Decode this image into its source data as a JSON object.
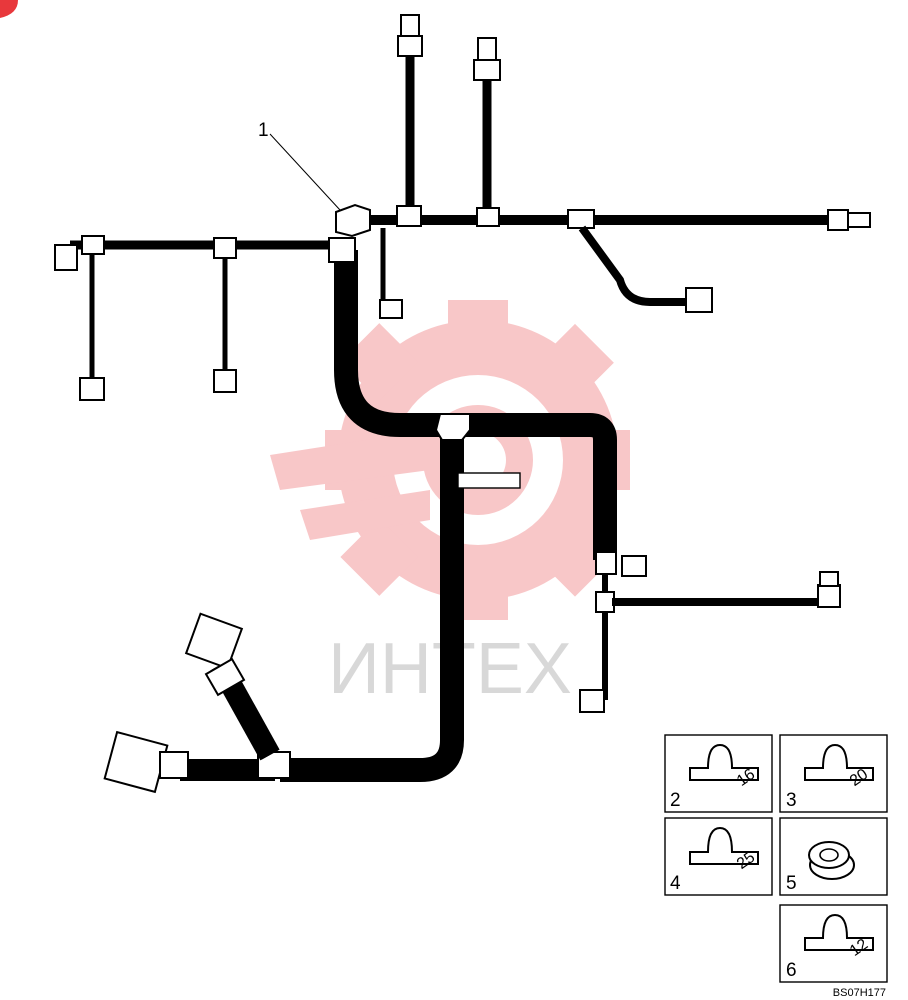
{
  "callouts": {
    "harness": "1"
  },
  "watermark": {
    "text": "ИНТЕХ",
    "color": "#e8383c"
  },
  "inset_parts": [
    {
      "num": "2",
      "size": "16"
    },
    {
      "num": "3",
      "size": "20"
    },
    {
      "num": "4",
      "size": "25"
    },
    {
      "num": "5",
      "size": ""
    },
    {
      "num": "6",
      "size": "12"
    }
  ],
  "drawing_code": "BS07H177"
}
